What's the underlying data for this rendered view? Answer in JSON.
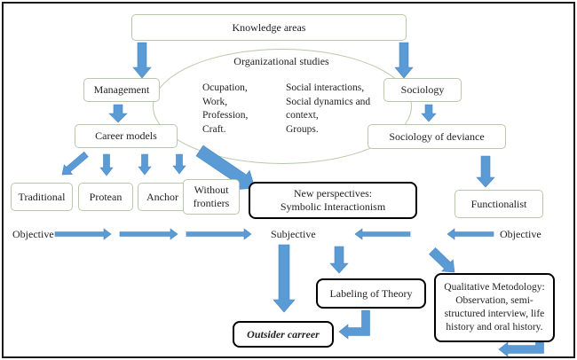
{
  "title_box": {
    "label": "Knowledge areas"
  },
  "ellipse": {
    "title": "Organizational studies",
    "left_text": "Ocupation,\nWork,\nProfession,\nCraft.",
    "right_text": "Social interactions,\nSocial dynamics and\ncontext,\nGroups."
  },
  "boxes": {
    "management": "Management",
    "sociology": "Sociology",
    "career_models": "Career models",
    "sociology_of_deviance": "Sociology of deviance",
    "traditional": "Traditional",
    "protean": "Protean",
    "anchor": "Anchor",
    "without_frontiers": "Without frontiers",
    "new_perspectives": "New perspectives:\nSymbolic  Interactionism",
    "functionalist": "Functionalist",
    "labeling": "Labeling of Theory",
    "qualitative": "Qualitative Metodology:\nObservation, semi-\nstructured interview, life\nhistory and oral history.",
    "outsider": "Outsider carreer"
  },
  "labels": {
    "objective_left": "Objective",
    "subjective": "Subjective",
    "objective_right": "Objective"
  },
  "colors": {
    "arrow_fill": "#5b9bd5",
    "thin_border": "#b7c9a8",
    "emphasis_border": "#000000",
    "background": "#ffffff"
  }
}
